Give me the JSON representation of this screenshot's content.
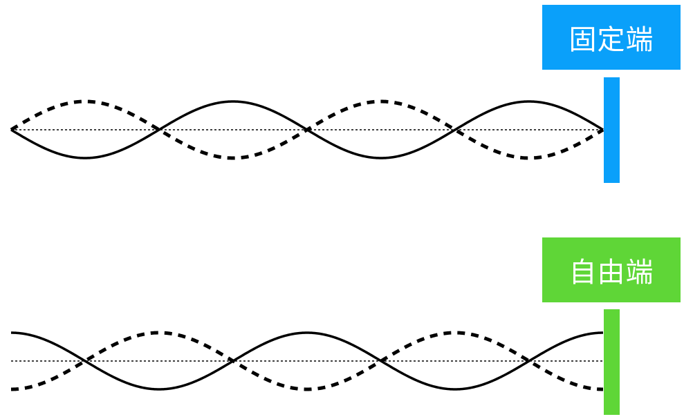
{
  "diagram": {
    "fixed_end": {
      "label": "固定端",
      "color": "#0aa0fa",
      "boundary": "node",
      "half_wavelengths": 4
    },
    "free_end": {
      "label": "自由端",
      "color": "#5fd637",
      "boundary": "antinode",
      "half_wavelengths": 4
    },
    "wave_color": "#000000",
    "axis_style": "dotted"
  }
}
